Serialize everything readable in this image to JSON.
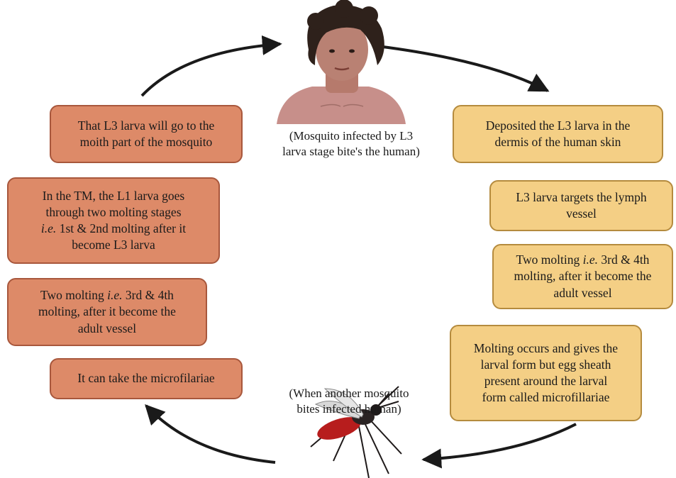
{
  "human_caption": [
    "(Mosquito infected by L3",
    "larva stage bite's the human)"
  ],
  "mosquito_caption": [
    "(When another mosquito",
    "bites infected human)"
  ],
  "left_boxes": {
    "l1": [
      "That L3 larva will go to the",
      "moith part of the mosquito"
    ],
    "l2": {
      "line1": "In the TM, the L1 larva goes",
      "line2": "through two molting stages",
      "line3_ie": "i.e.",
      "line3_rest": " 1st & 2nd molting after it",
      "line4": "become L3 larva"
    },
    "l3": {
      "line1_pre": "Two molting ",
      "line1_ie": "i.e.",
      "line1_post": " 3rd & 4th",
      "line2": "molting, after it become the",
      "line3": "adult vessel"
    },
    "l4": "It can take the microfilariae"
  },
  "right_boxes": {
    "r1": [
      "Deposited the L3 larva in the",
      "dermis of the human skin"
    ],
    "r2": [
      "L3 larva targets the lymph",
      "vessel"
    ],
    "r3": {
      "line1_pre": "Two molting ",
      "line1_ie": "i.e.",
      "line1_post": " 3rd & 4th",
      "line2": "molting, after it become the",
      "line3": "adult vessel"
    },
    "r4": [
      "Molting occurs and gives the",
      "larval form but egg sheath",
      "present around the larval",
      "form called microfillariae"
    ]
  },
  "colors": {
    "left_box_fill": "#dd8a68",
    "right_box_fill": "#f4cf85",
    "arrow": "#1a1a1a"
  }
}
